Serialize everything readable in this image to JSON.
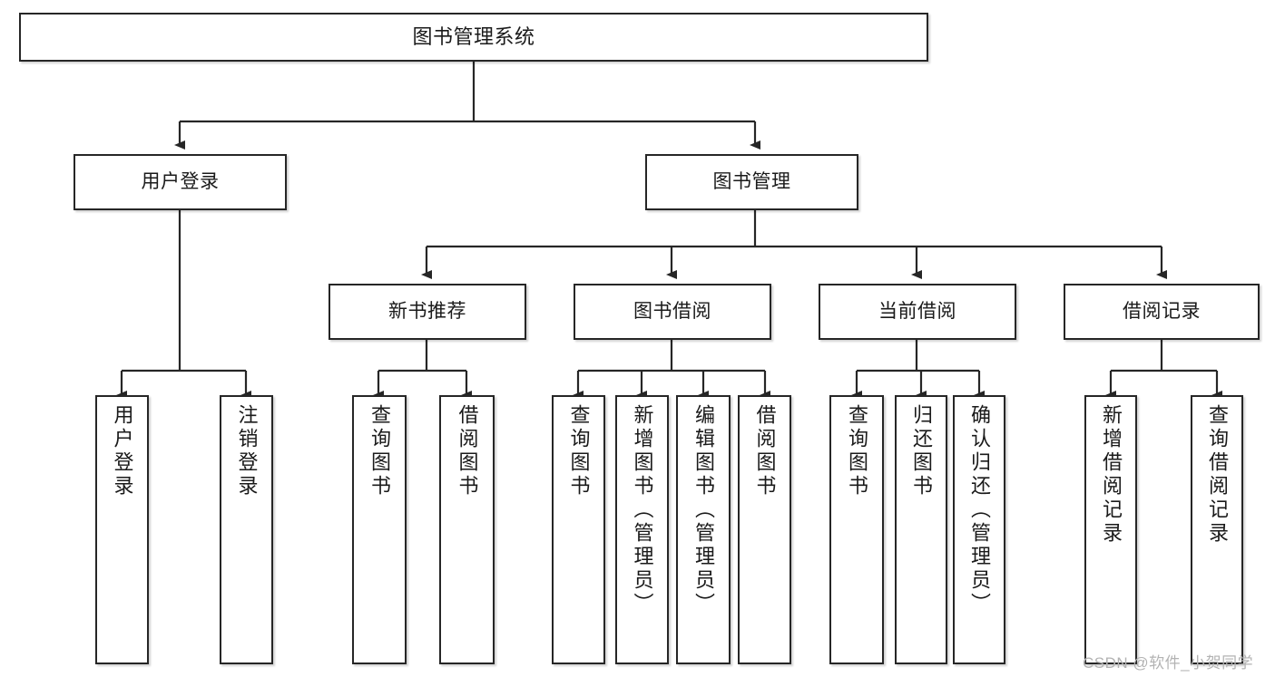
{
  "diagram": {
    "type": "tree",
    "title": "图书管理系统",
    "watermark": "CSDN @软件_小贺同学",
    "colors": {
      "box_border": "#262626",
      "box_fill": "#ffffff",
      "connector": "#262626",
      "text": "#1a1a1a",
      "watermark": "#b3b3b3"
    },
    "levels": {
      "root": {
        "label": "图书管理系统"
      },
      "level2": [
        {
          "label": "用户登录"
        },
        {
          "label": "图书管理"
        }
      ],
      "level3": [
        {
          "label": "新书推荐"
        },
        {
          "label": "图书借阅"
        },
        {
          "label": "当前借阅"
        },
        {
          "label": "借阅记录"
        }
      ],
      "leaves": [
        {
          "label": "用户登录",
          "parent": "用户登录"
        },
        {
          "label": "注销登录",
          "parent": "用户登录"
        },
        {
          "label": "查询图书",
          "parent": "新书推荐"
        },
        {
          "label": "借阅图书",
          "parent": "新书推荐"
        },
        {
          "label": "查询图书",
          "parent": "图书借阅"
        },
        {
          "label": "新增图书（管理员）",
          "parent": "图书借阅"
        },
        {
          "label": "编辑图书（管理员）",
          "parent": "图书借阅"
        },
        {
          "label": "借阅图书",
          "parent": "图书借阅"
        },
        {
          "label": "查询图书",
          "parent": "当前借阅"
        },
        {
          "label": "归还图书",
          "parent": "当前借阅"
        },
        {
          "label": "确认归还（管理员）",
          "parent": "当前借阅"
        },
        {
          "label": "新增借阅记录",
          "parent": "借阅记录"
        },
        {
          "label": "查询借阅记录",
          "parent": "借阅记录"
        }
      ]
    }
  }
}
